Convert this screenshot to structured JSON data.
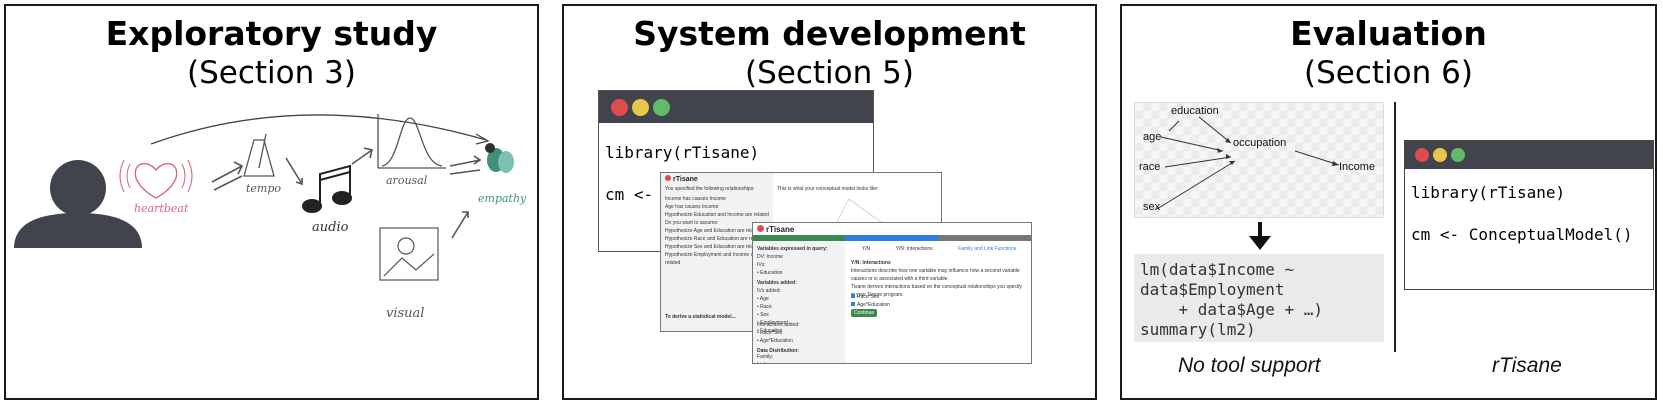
{
  "panels": [
    {
      "title": "Exploratory study",
      "subtitle": "(Section 3)"
    },
    {
      "title": "System development",
      "subtitle": "(Section 5)"
    },
    {
      "title": "Evaluation",
      "subtitle": "(Section 6)"
    }
  ],
  "exploratory": {
    "sketch_labels": [
      "heartbeat",
      "tempo",
      "audio",
      "arousal",
      "empathy",
      "visual"
    ]
  },
  "system": {
    "code_line1": "library(rTisane)",
    "code_line2": "cm <-",
    "shot1": {
      "app_name": "rTisane",
      "intro": "You specified the following relationships:",
      "rows": [
        "Income has causes Income",
        "Age has causes Income",
        "Hypothesize Education and Income are related",
        "Do you want to assume:",
        "Hypothesize Age and Education are related",
        "Hypothesize Race and Education are related",
        "Hypothesize Sex and Education are related",
        "Hypothesize Employment and Income are related"
      ],
      "footer": "To derive a statistical model...",
      "right_heading": "This is what your conceptual model looks like:"
    },
    "shot2": {
      "app_name": "rTisane",
      "tabs": [
        "Y/N",
        "Y/N: Interactions",
        "Family and Link Functions"
      ],
      "left_heading1": "Variables expressed in query:",
      "left_query": [
        "DV: Income",
        "IVs:",
        "• Education"
      ],
      "left_heading2": "Variables added:",
      "left_added": [
        "IVs added:",
        "• Age",
        "• Race",
        "• Sex",
        "• Employment",
        "• Education"
      ],
      "left_inter": [
        "Interactions added:",
        "• Race*Sex",
        "• Age*Education"
      ],
      "left_heading3": "Data Distribution:",
      "left_dist": [
        "Family:",
        "Link:"
      ],
      "right_heading": "Y/N: Interactions",
      "right_text": "Interactions describe how one variable may influence how a second variable causes or is associated with a third variable.",
      "right_text2": "Tisane derives interactions based on the conceptual relationships you specify in your Tisane program.",
      "checks": [
        "Race*Sex",
        "Age*Education"
      ],
      "button": "Continue"
    }
  },
  "evaluation": {
    "graph_nodes": [
      "education",
      "age",
      "race",
      "sex",
      "occupation",
      "Income"
    ],
    "code_no_tool": "lm(data$Income ~\ndata$Employment\n    + data$Age + …)\nsummary(lm2)",
    "code_rtisane_line1": "library(rTisane)",
    "code_rtisane_line2": "cm <- ConceptualModel()",
    "caption_left": "No tool support",
    "caption_right": "rTisane"
  },
  "colors": {
    "window_bar": "#41444c",
    "dot_red": "#e04b4b",
    "dot_yellow": "#e8c64a",
    "dot_green": "#63bb6a",
    "sketch_pink": "#d9667a",
    "sketch_green": "#3e8f7b",
    "progress_green": "#3c8a4e",
    "progress_blue": "#2f7de0"
  }
}
